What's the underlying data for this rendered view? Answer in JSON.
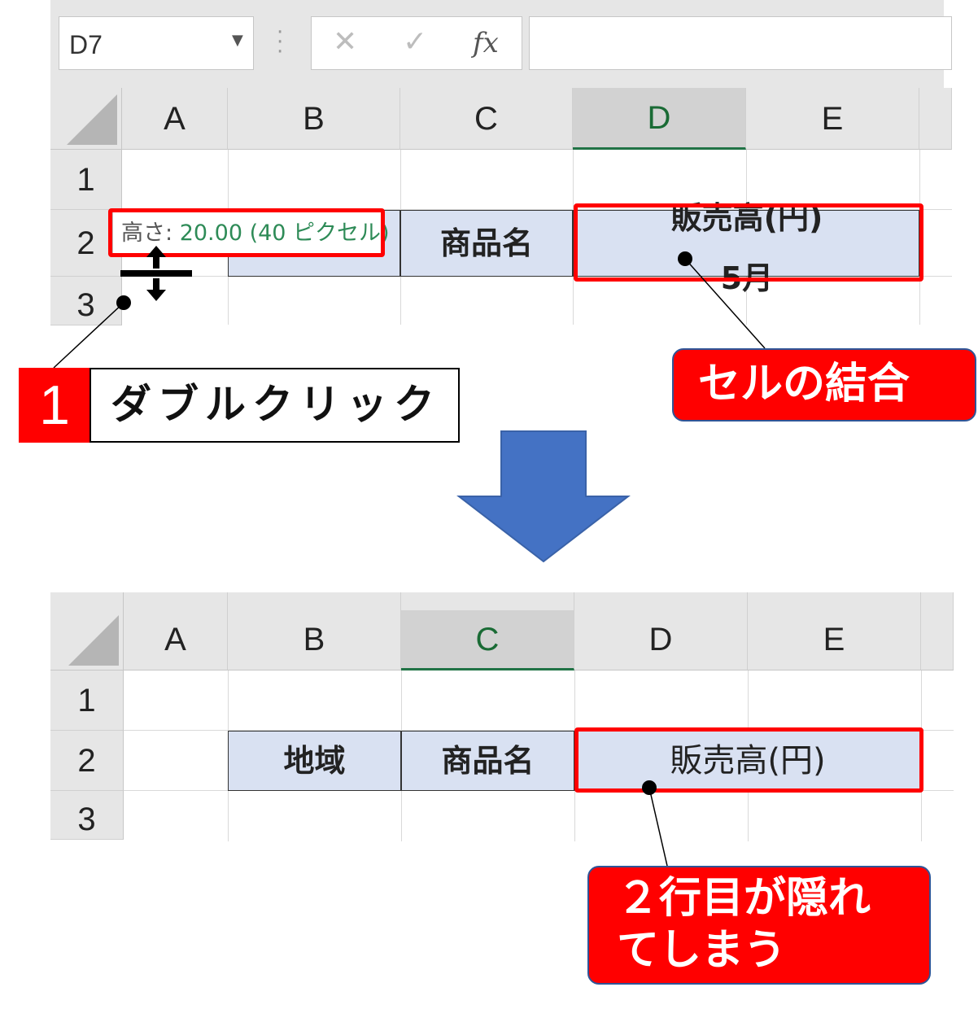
{
  "top": {
    "name_box": "D7",
    "fx_cancel": "✕",
    "fx_enter": "✓",
    "fx_label": "fx",
    "columns": [
      "A",
      "B",
      "C",
      "D",
      "E"
    ],
    "selected_column": "D",
    "rows": [
      "1",
      "2",
      "3"
    ],
    "cells": {
      "c2": "商品名",
      "d2_line1": "販売高(円)",
      "d2_line2": "5月"
    },
    "tooltip_label": "高さ:",
    "tooltip_value": "20.00 (40 ピクセル)",
    "step_number": "1",
    "step_text": "ダブルクリック",
    "callout": "セルの結合"
  },
  "bottom": {
    "columns": [
      "A",
      "B",
      "C",
      "D",
      "E"
    ],
    "selected_column": "C",
    "rows": [
      "1",
      "2",
      "3"
    ],
    "cells": {
      "b2": "地域",
      "c2": "商品名",
      "d2": "販売高(円)"
    },
    "callout_line1": "２行目が隠れ",
    "callout_line2": "てしまう"
  },
  "colors": {
    "header_fill": "#d9e1f2",
    "highlight_red": "#ff0000",
    "arrow_blue": "#4472c4",
    "excel_green": "#217346"
  }
}
